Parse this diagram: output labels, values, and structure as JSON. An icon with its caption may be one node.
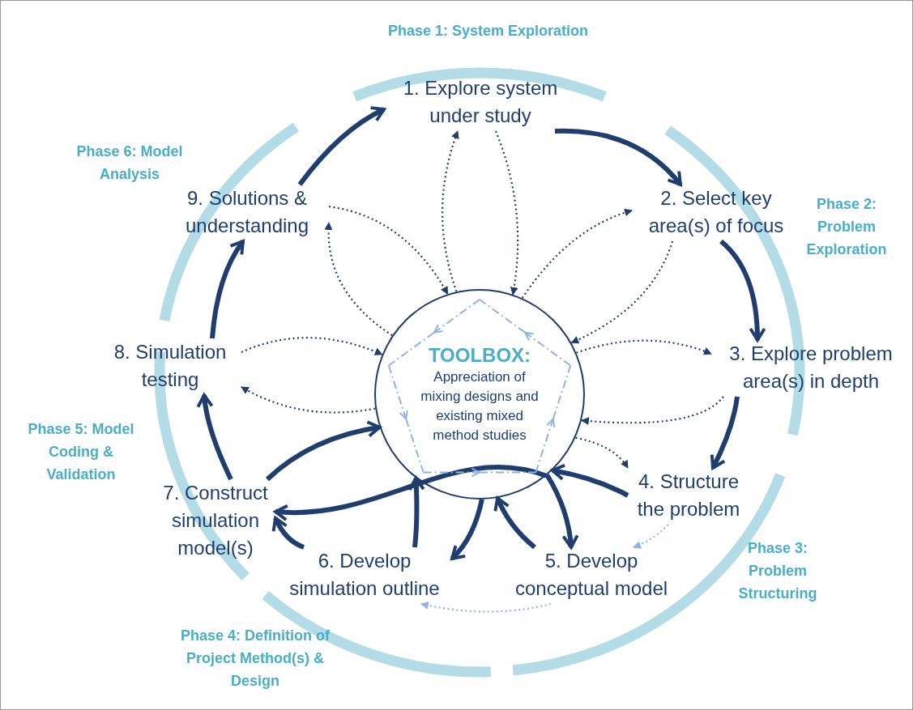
{
  "diagram": {
    "nodes": [
      {
        "text": [
          "TOOLBOX:",
          "Appreciation of mixing designs and existing mixed method studies"
        ]
      },
      {
        "text": [
          "1. Explore system under study"
        ]
      },
      {
        "text": [
          "2. Select key area(s) of focus"
        ]
      },
      {
        "text": [
          "3. Explore problem area(s) in depth"
        ]
      },
      {
        "text": [
          "4. Structure the problem"
        ]
      },
      {
        "text": [
          "5. Develop conceptual model"
        ]
      },
      {
        "text": [
          "6. Develop simulation outline"
        ]
      },
      {
        "text": [
          "7. Construct simulation model(s)"
        ]
      },
      {
        "text": [
          "8. Simulation testing"
        ]
      },
      {
        "text": [
          "9. Solutions & understanding"
        ]
      }
    ],
    "edges": [
      {
        "from": 1,
        "to": 2,
        "arrow": "to"
      },
      {
        "from": 2,
        "to": 3,
        "arrow": "to"
      },
      {
        "from": 3,
        "to": 4,
        "arrow": "to"
      },
      {
        "from": 4,
        "to": 0,
        "arrow": "to"
      },
      {
        "from": 0,
        "to": 5,
        "arrow": "to"
      },
      {
        "from": 5,
        "to": 0,
        "arrow": "to"
      },
      {
        "from": 0,
        "to": 6,
        "arrow": "to"
      },
      {
        "from": 6,
        "to": 0,
        "arrow": "to"
      },
      {
        "from": 0,
        "to": 7,
        "arrow": "to"
      },
      {
        "from": 7,
        "to": 0,
        "arrow": "to"
      },
      {
        "from": 6,
        "to": 7,
        "arrow": "to"
      },
      {
        "from": 7,
        "to": 8,
        "arrow": "to"
      },
      {
        "from": 8,
        "to": 9,
        "arrow": "to"
      },
      {
        "from": 9,
        "to": 1,
        "arrow": "to"
      },
      {
        "from": 0,
        "to": 1,
        "arrow": "to",
        "style": "dashed"
      },
      {
        "from": 1,
        "to": 0,
        "arrow": "to",
        "style": "dashed"
      },
      {
        "from": 0,
        "to": 2,
        "arrow": "to",
        "style": "dashed"
      },
      {
        "from": 2,
        "to": 0,
        "arrow": "to",
        "style": "dashed"
      },
      {
        "from": 0,
        "to": 3,
        "arrow": "to",
        "style": "dashed"
      },
      {
        "from": 3,
        "to": 0,
        "arrow": "to",
        "style": "dashed"
      },
      {
        "from": 0,
        "to": 4,
        "arrow": "to",
        "style": "dashed"
      },
      {
        "from": 9,
        "to": 0,
        "arrow": "to",
        "style": "dashed"
      },
      {
        "from": 0,
        "to": 9,
        "arrow": "to",
        "style": "dashed"
      },
      {
        "from": 8,
        "to": 0,
        "arrow": "to",
        "style": "dashed"
      },
      {
        "from": 0,
        "to": 8,
        "arrow": "to",
        "style": "dashed"
      },
      {
        "from": 4,
        "to": 5,
        "arrow": "to",
        "style": "dashed",
        "color": "#8fb4e3"
      },
      {
        "from": 5,
        "to": 6,
        "arrow": "to",
        "style": "dashed",
        "color": "#8fb4e3"
      }
    ],
    "labels": [
      "Phase 1: System Exploration",
      "Phase 6: Model Analysis",
      "Phase 2: Problem Exploration",
      "Phase 5: Model Coding & Validation",
      "Phase 3: Problem Structuring",
      "Phase 4: Definition of Project Method(s) & Design"
    ]
  }
}
